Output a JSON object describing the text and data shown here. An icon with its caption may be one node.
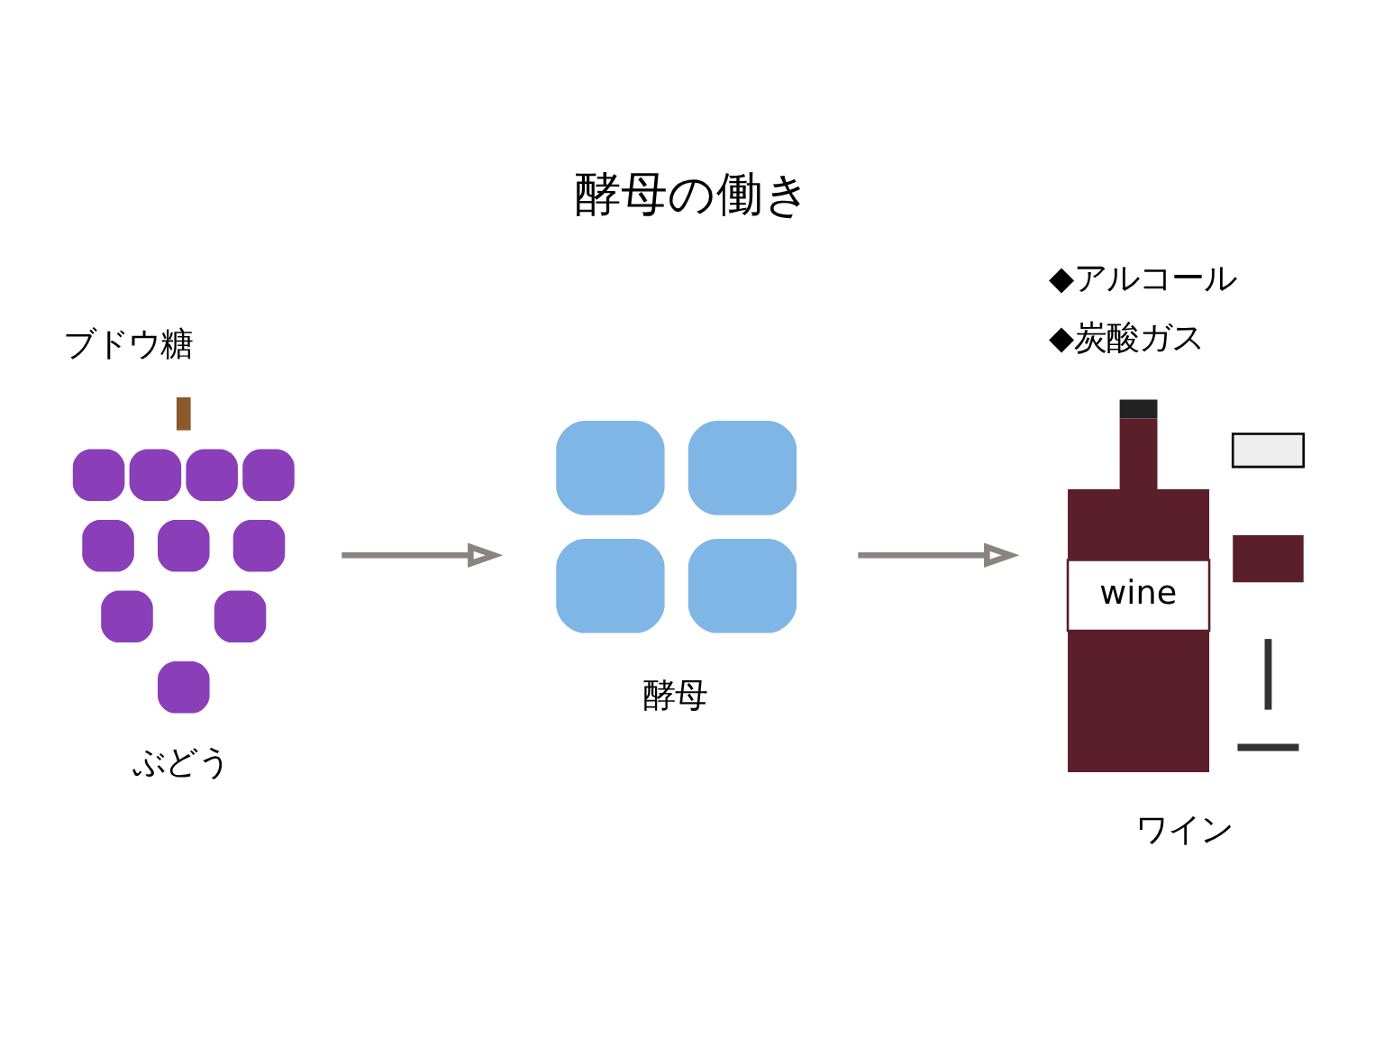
{
  "diagram": {
    "title": "酵母の働き",
    "nodes": [
      {
        "text": [],
        "shape": "picture",
        "beside": [
          "ブドウ糖",
          "ぶどう"
        ]
      },
      {
        "text": [],
        "shape": "picture",
        "beside": [
          "酵母"
        ]
      },
      {
        "text": [],
        "shape": "picture",
        "beside": [
          "◆アルコール",
          "◆炭酸ガス",
          "ワイン"
        ]
      }
    ],
    "edges": [
      {
        "from": 0,
        "to": 1,
        "arrow": "to"
      },
      {
        "from": 1,
        "to": 2,
        "arrow": "to"
      }
    ],
    "labels": [
      "wine"
    ]
  }
}
